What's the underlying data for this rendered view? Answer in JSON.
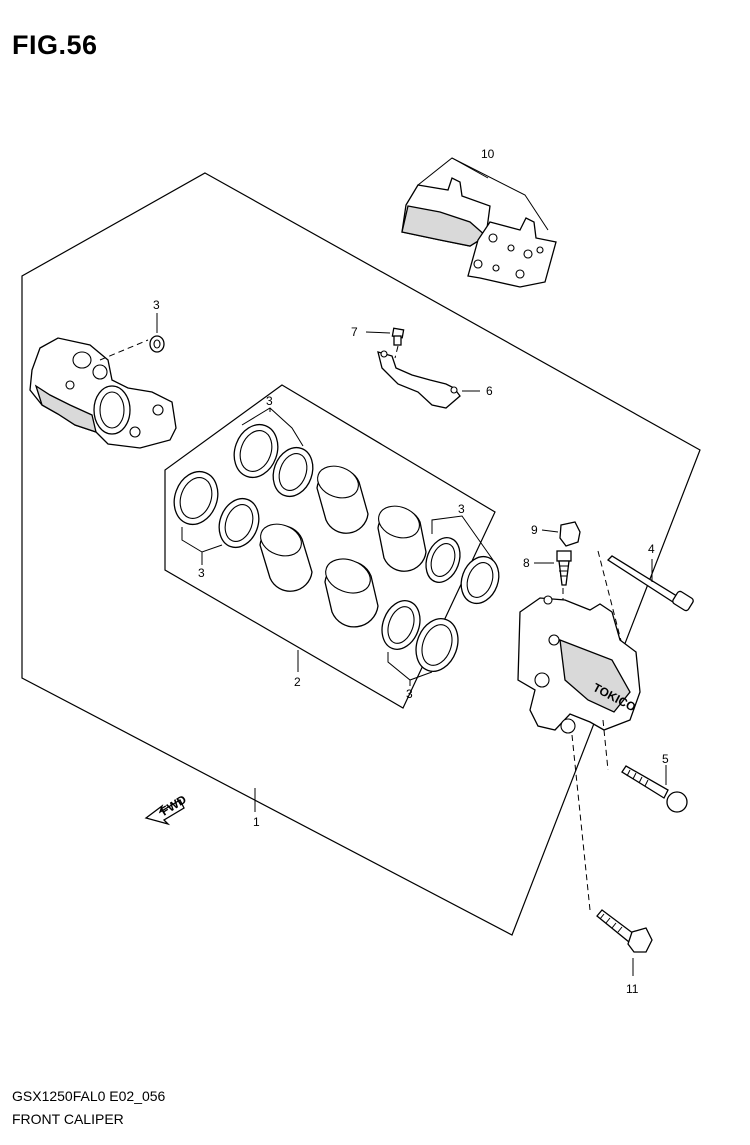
{
  "figure": {
    "title": "FIG.56",
    "model_code": "GSX1250FAL0 E02_056",
    "name": "FRONT CALIPER"
  },
  "callouts": [
    {
      "id": "c1",
      "label": "1"
    },
    {
      "id": "c2",
      "label": "2"
    },
    {
      "id": "c3a",
      "label": "3"
    },
    {
      "id": "c3b",
      "label": "3"
    },
    {
      "id": "c3c",
      "label": "3"
    },
    {
      "id": "c3d",
      "label": "3"
    },
    {
      "id": "c3e",
      "label": "3"
    },
    {
      "id": "c4",
      "label": "4"
    },
    {
      "id": "c5",
      "label": "5"
    },
    {
      "id": "c6",
      "label": "6"
    },
    {
      "id": "c7",
      "label": "7"
    },
    {
      "id": "c8",
      "label": "8"
    },
    {
      "id": "c9",
      "label": "9"
    },
    {
      "id": "c10",
      "label": "10"
    },
    {
      "id": "c11",
      "label": "11"
    }
  ],
  "arrow_label": "FWD",
  "caliper_brand": "TOKICO"
}
